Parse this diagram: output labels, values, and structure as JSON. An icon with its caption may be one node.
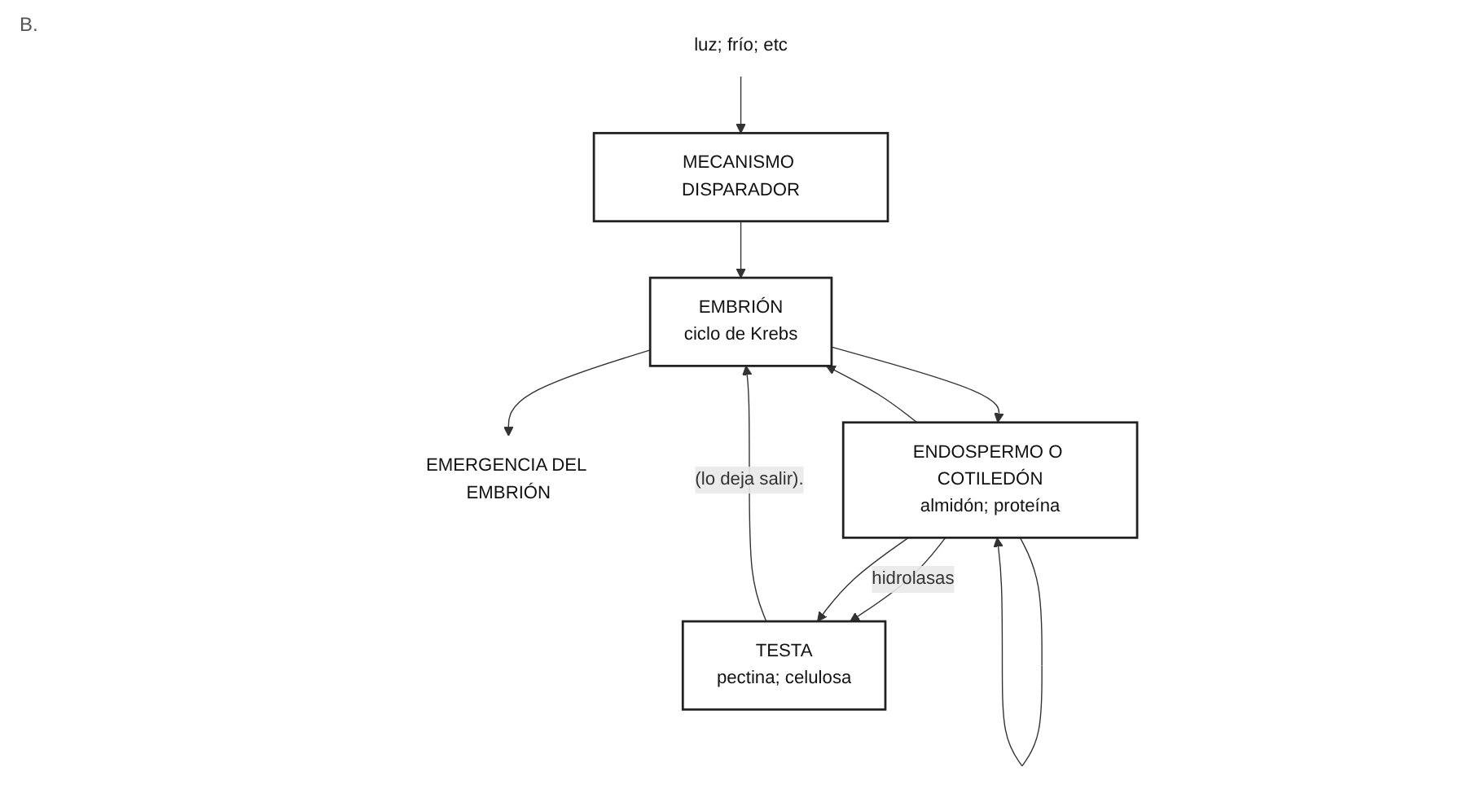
{
  "diagram": {
    "nodes": [
      {
        "text": [
          "MECANISMO DISPARADOR"
        ]
      },
      {
        "text": [
          "luz; frío; etc"
        ]
      },
      {
        "text": [
          "EMBRIÓN",
          "ciclo de Krebs"
        ]
      },
      {
        "text": [
          "EMERGENCIA DEL EMBRIÓN"
        ]
      },
      {
        "text": [
          "ENDOSPERMO O COTILEDÓN",
          "almidón; proteína"
        ]
      },
      {
        "text": [
          "TESTA",
          "pectina; celulosa"
        ]
      }
    ],
    "edges": [
      {
        "from": 1,
        "to": 0,
        "arrow": "to"
      },
      {
        "from": 0,
        "to": 2,
        "arrow": "to"
      },
      {
        "from": 2,
        "to": 3,
        "arrow": "to"
      },
      {
        "from": 2,
        "to": 4,
        "arrow": "to"
      },
      {
        "from": 4,
        "to": 2,
        "arrow": "to"
      },
      {
        "from": 4,
        "to": 4,
        "arrow": "to"
      },
      {
        "from": 4,
        "to": 5,
        "arrow": "to",
        "label": "hidrolasas"
      },
      {
        "from": 4,
        "to": 5,
        "arrow": "to"
      },
      {
        "from": 5,
        "to": 2,
        "arrow": "to",
        "label": "(lo deja salir)."
      }
    ],
    "labels": [
      "B."
    ]
  }
}
